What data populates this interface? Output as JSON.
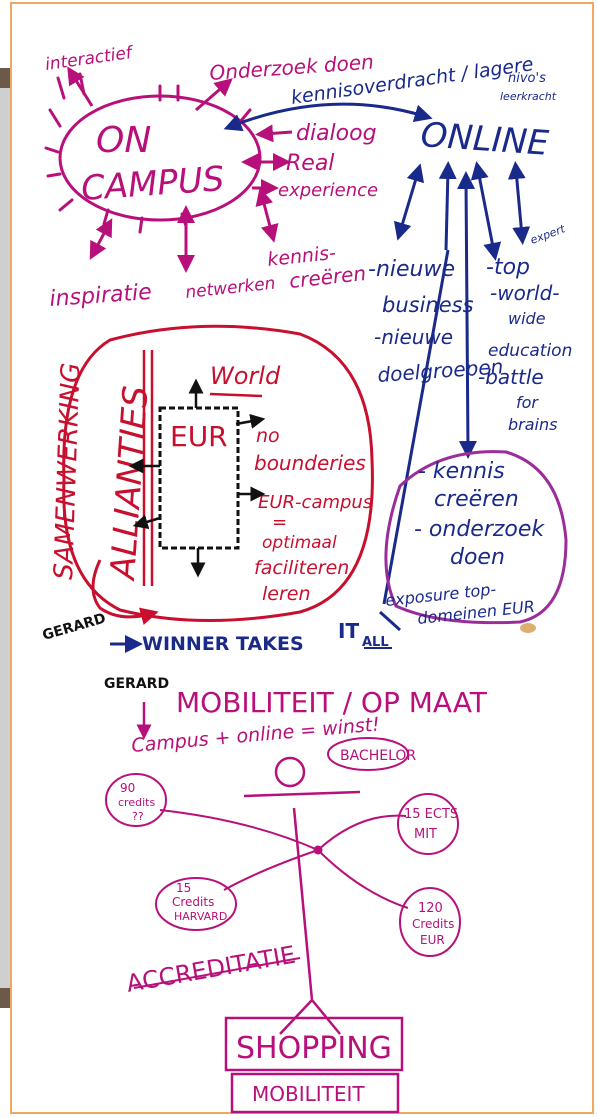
{
  "colors": {
    "magenta": "#b8107a",
    "crimson": "#c8102e",
    "navy": "#1a2a8a",
    "purple": "#9b2d9b",
    "pink": "#c0308a",
    "frame": "#f0a860"
  },
  "on_campus": {
    "interactief": "interactief",
    "onderzoek_doen": "Onderzoek doen",
    "on": "ON",
    "campus": "CAMPUS",
    "dialoog": "dialoog",
    "real": "Real",
    "experience": "experience",
    "inspiratie": "inspiratie",
    "netwerken": "netwerken",
    "kennis": "kennis-",
    "creeren": "creëren"
  },
  "online": {
    "kennisoverdracht": "kennisoverdracht / lagere",
    "niveaus": "nivo's",
    "leerkracht": "leerkracht",
    "title": "ONLINE",
    "nieuwe": "-nieuwe",
    "business": "business",
    "nieuwe2": "-nieuwe",
    "doelgroepen": "doelgroepen",
    "top": "-top",
    "expert": "expert",
    "world": "-world-",
    "wide": "wide",
    "education": "education",
    "battle": "-battle",
    "for": "for",
    "brains": "brains"
  },
  "alliances": {
    "samenwerking": "SAMENWERKING",
    "allianties": "ALLIANTIES",
    "world": "World",
    "eur": "EUR",
    "no": "no",
    "boundaries": "bounderies",
    "eur_campus": "EUR-campus",
    "equals": "=",
    "optimaal": "optimaal",
    "faciliteren": "faciliteren",
    "leren": "leren"
  },
  "circle_right": {
    "kennis": "- kennis",
    "creeren": "creëren",
    "onderzoek": "- onderzoek",
    "doen": "doen"
  },
  "bottom_line": {
    "gerard": "GERARD",
    "exposure": "exposure top-",
    "domeinen": "domeinen EUR",
    "winner": "WINNER TAKES",
    "it": "IT",
    "all": "ALL"
  },
  "mobility": {
    "gerard": "GERARD",
    "title": "MOBILITEIT / OP MAAT",
    "campus_online": "Campus + online = winst!",
    "bachelor": "BACHELOR",
    "credits90a": "90",
    "credits90b": "credits",
    "credits90c": "??",
    "mit_a": "15 ECTS",
    "mit_b": "MIT",
    "harvard_a": "15",
    "harvard_b": "Credits",
    "harvard_c": "HARVARD",
    "eur_a": "120",
    "eur_b": "Credits",
    "eur_c": "EUR",
    "accreditatie": "ACCREDITATIE",
    "shopping": "SHOPPING",
    "mobiliteit": "MOBILITEIT"
  }
}
